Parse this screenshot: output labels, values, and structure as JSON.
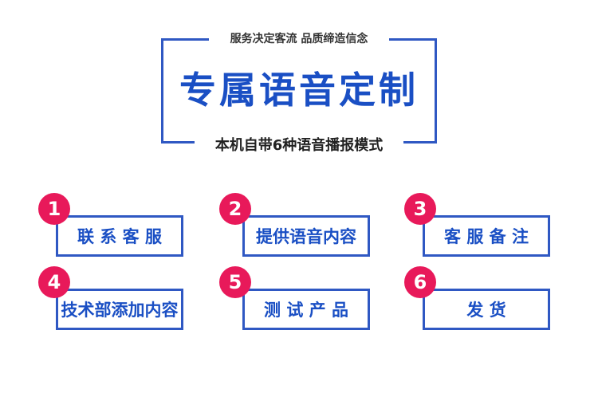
{
  "header": {
    "tagline": "服务决定客流 品质缔造信念",
    "title": "专属语音定制",
    "subtitle": "本机自带6种语音播报模式"
  },
  "items": [
    {
      "number": "1",
      "label": "联 系 客 服"
    },
    {
      "number": "2",
      "label": "提供语音内容"
    },
    {
      "number": "3",
      "label": "客 服 备 注"
    },
    {
      "number": "4",
      "label": "技术部添加内容"
    },
    {
      "number": "5",
      "label": "测 试 产 品"
    },
    {
      "number": "6",
      "label": "发 货"
    }
  ],
  "colors": {
    "frame_blue": "#2f58c3",
    "title_blue": "#1a4fc4",
    "badge_red": "#e8195a"
  }
}
